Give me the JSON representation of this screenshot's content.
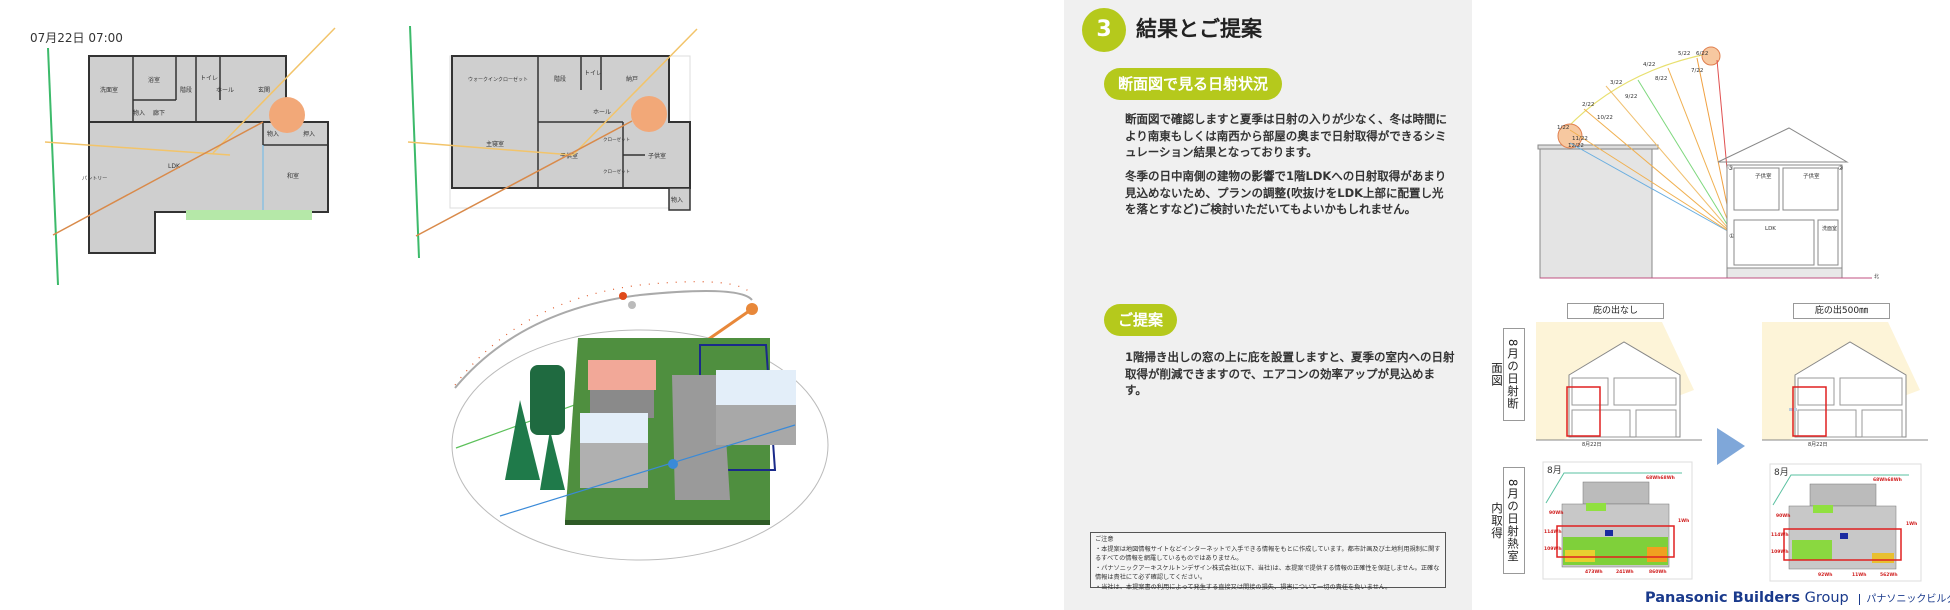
{
  "left": {
    "datetime": "07月22日 07:00",
    "plan1_rooms": [
      "洗面室",
      "浴室",
      "階段",
      "トイレ",
      "ホール",
      "玄関",
      "物入",
      "廊下",
      "物入",
      "押入",
      "LDK",
      "パントリー",
      "和室"
    ],
    "plan2_rooms": [
      "ウォークインクローゼット",
      "階段",
      "トイレ",
      "納戸",
      "ホール",
      "主寝室",
      "子供室",
      "クローゼット",
      "クローゼット",
      "子供室",
      "物入"
    ]
  },
  "middle": {
    "step_number": "3",
    "title": "結果とご提案",
    "section1_label": "断面図で見る日射状況",
    "section1_para1": "断面図で確認しますと夏季は日射の入りが少なく、冬は時間により南東もしくは南西から部屋の奥まで日射取得ができるシミュレーション結果となっております。",
    "section1_para2": "冬季の日中南側の建物の影響で1階LDKへの日射取得があまり見込めないため、プランの調整(吹抜けをLDK上部に配置し光を落とすなど)ご検討いただいてもよいかもしれません。",
    "section2_label": "ご提案",
    "section2_para": "1階掃き出しの窓の上に庇を設置しますと、夏季の室内への日射取得が削減できますので、エアコンの効率アップが見込めます。",
    "notice": {
      "heading": "ご注意",
      "lines": [
        "・本提案は地図情報サイトなどインターネットで入手できる情報をもとに作成しています。都市計画及び土地利用規制に関するすべての情報を網羅しているものではありません。",
        "・パナソニックアーキスケルトンデザイン株式会社(以下、当社)は、本提案で提供する情報の正確性を保証しません。正確な情報は貴社にて必ず確認してください。",
        "・当社は、本提案書の利用によって発生する直接又は間接の損失、損害について一切の責任を負いません。"
      ]
    }
  },
  "right": {
    "sun_dates": [
      "1/22",
      "2/22",
      "3/22",
      "4/22",
      "5/22",
      "6/22",
      "7/22",
      "8/22",
      "9/22",
      "10/22",
      "11/22",
      "12/22"
    ],
    "section_rooms": {
      "child1": "子供室",
      "child2": "子供室",
      "ldk": "LDK",
      "wash": "洗面室",
      "north": "北"
    },
    "markers": [
      "①",
      "②",
      "③"
    ],
    "vlabel_section": "8月の日射断面図",
    "vlabel_heat": "8月の日射熱室内取得",
    "caption_before": "庇の出なし",
    "caption_after": "庇の出500㎜",
    "section_date": "8月22日",
    "heat_before": {
      "month": "8月",
      "top": "68Wh68Wh",
      "left": [
        "90Wh",
        "114Wh",
        "109Wh"
      ],
      "right": "1Wh",
      "bottom": [
        "473Wh",
        "241Wh",
        "860Wh"
      ]
    },
    "heat_after": {
      "month": "8月",
      "top": "68Wh68Wh",
      "left": [
        "90Wh",
        "114Wh",
        "109Wh"
      ],
      "right": "1Wh",
      "bottom": [
        "92Wh",
        "11Wh",
        "562Wh"
      ]
    },
    "colors": {
      "accent": "#b5c91c",
      "highlight": "#e02020",
      "arrow": "#7fa7d9",
      "brand": "#1a3a8c"
    }
  },
  "footer": {
    "brand_bold": "Panasonic Builders",
    "brand_light": "Group",
    "brand_jp": "パナソニックビルダーズグループ"
  }
}
